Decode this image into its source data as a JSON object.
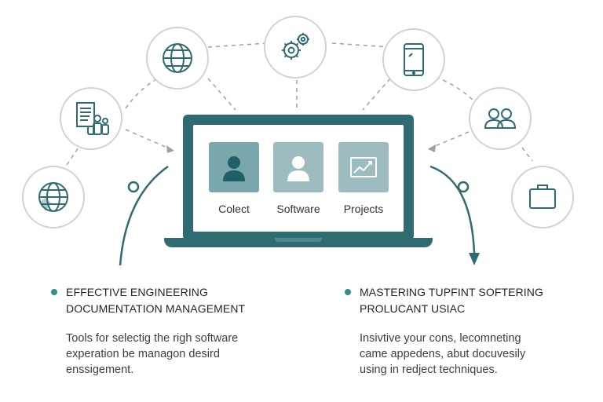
{
  "screen_tiles": [
    {
      "label": "Colect",
      "icon": "person-icon"
    },
    {
      "label": "Software",
      "icon": "person-icon"
    },
    {
      "label": "Projects",
      "icon": "chart-icon"
    }
  ],
  "outer_icons": [
    "globe-icon",
    "document-team-icon",
    "globe-map-icon",
    "gears-icon",
    "tablet-icon",
    "team-icon",
    "briefcase-icon"
  ],
  "left_section": {
    "heading_line1": "EFFECTIVE ENGINEERING",
    "heading_line2": "DOCUMENTATION MANAGEMENT",
    "body_line1": "Tools for selectig the righ software",
    "body_line2": "experation be managon desird",
    "body_line3": "enssigement."
  },
  "right_section": {
    "heading_line1": "MASTERING TUPFINT SOFTERING",
    "heading_line2": "PROLUCANT USIAC",
    "body_line1": "Insivtive your cons, lecomneting",
    "body_line2": "came appedens, abut docuvesily",
    "body_line3": "using in redject techniques."
  },
  "colors": {
    "teal_dark": "#2f6b73",
    "teal_tile": "#7aa7ac",
    "teal_tile_light": "#9dbcbf",
    "accent": "#2f8f86",
    "circle_border": "#cfd3d6"
  }
}
